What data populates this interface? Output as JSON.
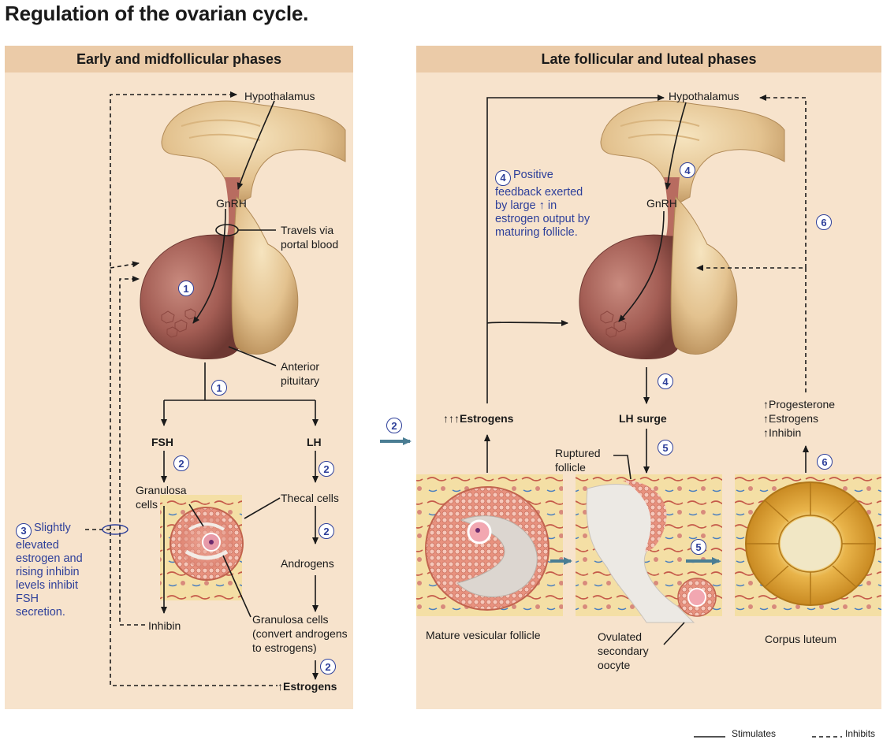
{
  "title": "Regulation of the ovarian cycle.",
  "left_panel": {
    "header": "Early and midfollicular phases",
    "hypothalamus": "Hypothalamus",
    "gnrh": "GnRH",
    "travels_line1": "Travels via",
    "travels_line2": "portal blood",
    "anterior_line1": "Anterior",
    "anterior_line2": "pituitary",
    "fsh": "FSH",
    "lh": "LH",
    "granulosa_line1": "Granulosa",
    "granulosa_line2": "cells",
    "thecal": "Thecal cells",
    "androgens": "Androgens",
    "gc_line1": "Granulosa cells",
    "gc_line2": "(convert androgens",
    "gc_line3": "to estrogens)",
    "inhibin": "Inhibin",
    "estrogens": "Estrogens",
    "up_arrow": "↑",
    "note3_line1": "Slightly",
    "note3_line2": "elevated",
    "note3_line3": "estrogen and",
    "note3_line4": "rising inhibin",
    "note3_line5": "levels inhibit",
    "note3_line6": "FSH",
    "note3_line7": "secretion."
  },
  "right_panel": {
    "header": "Late follicular and luteal phases",
    "hypothalamus": "Hypothalamus",
    "gnrh": "GnRH",
    "note4_line1": "Positive",
    "note4_line2": "feedback exerted",
    "note4_line3_a": "by large",
    "note4_line3_b": "in",
    "note4_line4": "estrogen output by",
    "note4_line5": "maturing follicle.",
    "estrogens_arrows": "↑↑↑",
    "estrogens": "Estrogens",
    "lh_surge": "LH surge",
    "ruptured_line1": "Ruptured",
    "ruptured_line2": "follicle",
    "progesterone": "Progesterone",
    "estrogens2": "Estrogens",
    "inhibin": "Inhibin",
    "mature": "Mature vesicular follicle",
    "ovulated_line1": "Ovulated",
    "ovulated_line2": "secondary",
    "ovulated_line3": "oocyte",
    "corpus": "Corpus luteum"
  },
  "steps": {
    "s1": "1",
    "s2": "2",
    "s3": "3",
    "s4": "4",
    "s5": "5",
    "s6": "6"
  },
  "legend": {
    "stimulates": "Stimulates",
    "inhibits": "Inhibits"
  },
  "colors": {
    "panel": "#f7e3cc",
    "header": "#ebcba8",
    "step_blue": "#2d3f9a",
    "pituitary_red": "#9a5248",
    "pituitary_tan": "#e2c08e",
    "arrow_teal": "#4a7d93"
  }
}
